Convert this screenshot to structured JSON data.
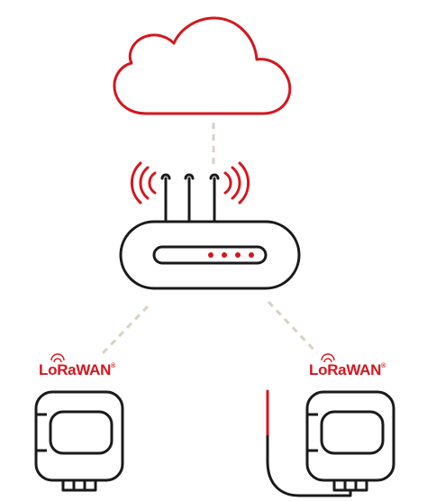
{
  "logos": [
    {
      "part1": "L",
      "part2": "o",
      "part3": "RaWAN",
      "reg": "®"
    },
    {
      "part1": "L",
      "part2": "o",
      "part3": "RaWAN",
      "reg": "®"
    }
  ],
  "colors": {
    "accent": "#d4161e",
    "stroke": "#1a1a1a",
    "connector": "#d9d2c3",
    "background": "#ffffff"
  },
  "icons": {
    "cloud": "cloud-icon",
    "gateway": "lorawan-gateway-icon",
    "sensor_left": "sensor-device-icon",
    "sensor_right": "sensor-probe-device-icon"
  }
}
